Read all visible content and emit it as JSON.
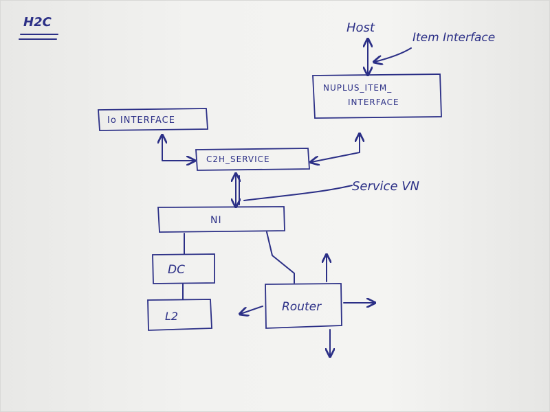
{
  "title": "H2C",
  "host_label": "Host",
  "item_interface_label": "Item Interface",
  "nodes": {
    "nuplus_item_interface_line1": "NUPLUS_ITEM_",
    "nuplus_item_interface_line2": "INTERFACE",
    "io_interface": "Io INTERFACE",
    "c2h_service": "C2H_SERVICE",
    "ni": "NI",
    "dc": "DC",
    "l2": "L2",
    "router": "Router"
  },
  "annotation_service_vn": "Service VN",
  "colors": {
    "ink": "#2b2f86",
    "paper": "#f2f2f0",
    "background": "#cfcfcd"
  }
}
